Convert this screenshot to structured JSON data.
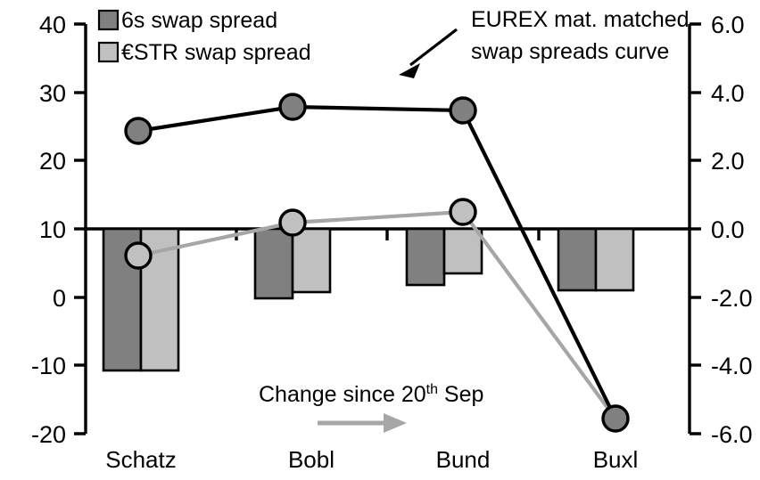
{
  "chart_data": {
    "type": "bar",
    "title": "",
    "categories": [
      "Schatz",
      "Bobl",
      "Bund",
      "Buxl"
    ],
    "grid": false,
    "legend_position": "top-left",
    "left_axis": {
      "label": "",
      "ticks": [
        "40",
        "30",
        "20",
        "10",
        "0",
        "-10",
        "-20"
      ],
      "tick_values": [
        40,
        30,
        20,
        10,
        0,
        -10,
        -20
      ],
      "ylim": [
        -20,
        40
      ]
    },
    "right_axis": {
      "label": "",
      "ticks": [
        "6.0",
        "4.0",
        "2.0",
        "0.0",
        "-2.0",
        "-4.0",
        "-6.0"
      ],
      "tick_values": [
        6.0,
        4.0,
        2.0,
        0.0,
        -2.0,
        -4.0,
        -6.0
      ],
      "ylim": [
        -6.0,
        6.0
      ]
    },
    "zero_reference": {
      "left_axis_value": 10,
      "right_axis_value": 0.0
    },
    "series": [
      {
        "name": "6s swap spread",
        "type": "bar",
        "axis": "left",
        "color": "#808080",
        "values": [
          -10.3,
          -0.2,
          1.8,
          1.0
        ]
      },
      {
        "name": "€STR swap spread",
        "type": "bar",
        "axis": "left",
        "color": "#c0c0c0",
        "values": [
          -10.3,
          0.8,
          3.5,
          1.0
        ]
      },
      {
        "name": "EUREX mat. matched swap spreads curve",
        "type": "line",
        "axis": "right",
        "color": "#000000",
        "marker_color": "#808080",
        "values": [
          1.9,
          2.35,
          2.25,
          -5.65
        ]
      },
      {
        "name": "€STR swap spread curve",
        "type": "line",
        "axis": "right",
        "color": "#a6a6a6",
        "marker_color": "#c0c0c0",
        "values": [
          -0.52,
          0.08,
          0.37,
          -5.65
        ]
      }
    ]
  },
  "legend": {
    "items": [
      {
        "label": "6s swap spread",
        "color": "#808080"
      },
      {
        "label": "€STR swap spread",
        "color": "#c0c0c0"
      }
    ]
  },
  "annotations": {
    "curve_callout": {
      "line1": "EUREX mat. matched",
      "line2": "swap spreads curve"
    },
    "change_note": {
      "prefix": "Change since 20",
      "superscript": "th",
      "suffix": " Sep"
    }
  },
  "axis_left_ticks": {
    "t0": "40",
    "t1": "30",
    "t2": "20",
    "t3": "10",
    "t4": "0",
    "t5": "-10",
    "t6": "-20"
  },
  "axis_right_ticks": {
    "t0": "6.0",
    "t1": "4.0",
    "t2": "2.0",
    "t3": "0.0",
    "t4": "-2.0",
    "t5": "-4.0",
    "t6": "-6.0"
  },
  "categories": {
    "c0": "Schatz",
    "c1": "Bobl",
    "c2": "Bund",
    "c3": "Buxl"
  }
}
